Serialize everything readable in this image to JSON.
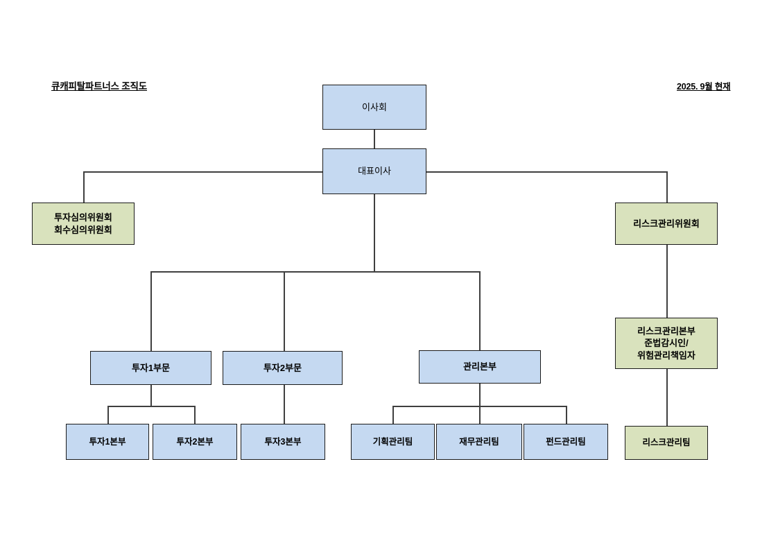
{
  "header": {
    "title": "큐캐피탈파트너스 조직도",
    "date": "2025. 9월 현재"
  },
  "colors": {
    "box_blue": "#c5d9f1",
    "box_green": "#d9e2bd",
    "border": "#1a1a1a",
    "line": "#3f3f3f",
    "background": "#ffffff",
    "text": "#000000"
  },
  "chart_data": {
    "type": "diagram",
    "title": "큐캐피탈파트너스 조직도",
    "subtitle": "2025. 9월 현재",
    "nodes": [
      {
        "id": "board",
        "label": "이사회",
        "color": "blue",
        "level": 0
      },
      {
        "id": "ceo",
        "label": "대표이사",
        "color": "blue",
        "level": 1
      },
      {
        "id": "inv_comm",
        "label": "투자심의위원회\n회수심의위원회",
        "color": "green",
        "level": 2
      },
      {
        "id": "risk_comm",
        "label": "리스크관리위원회",
        "color": "green",
        "level": 2
      },
      {
        "id": "risk_hq",
        "label": "리스크관리본부\n준법감시인/\n위험관리책임자",
        "color": "green",
        "level": 3
      },
      {
        "id": "inv_div1",
        "label": "투자1부문",
        "color": "blue",
        "level": 3
      },
      {
        "id": "inv_div2",
        "label": "투자2부문",
        "color": "blue",
        "level": 3
      },
      {
        "id": "admin_hq",
        "label": "관리본부",
        "color": "blue",
        "level": 3
      },
      {
        "id": "inv_hq1",
        "label": "투자1본부",
        "color": "blue",
        "level": 4
      },
      {
        "id": "inv_hq2",
        "label": "투자2본부",
        "color": "blue",
        "level": 4
      },
      {
        "id": "inv_hq3",
        "label": "투자3본부",
        "color": "blue",
        "level": 4
      },
      {
        "id": "plan_team",
        "label": "기획관리팀",
        "color": "blue",
        "level": 4
      },
      {
        "id": "fin_team",
        "label": "재무관리팀",
        "color": "blue",
        "level": 4
      },
      {
        "id": "fund_team",
        "label": "펀드관리팀",
        "color": "blue",
        "level": 4
      },
      {
        "id": "risk_team",
        "label": "리스크관리팀",
        "color": "green",
        "level": 4
      }
    ],
    "edges": [
      {
        "from": "board",
        "to": "ceo"
      },
      {
        "from": "ceo",
        "to": "inv_comm"
      },
      {
        "from": "ceo",
        "to": "risk_comm"
      },
      {
        "from": "ceo",
        "to": "inv_div1"
      },
      {
        "from": "ceo",
        "to": "inv_div2"
      },
      {
        "from": "ceo",
        "to": "admin_hq"
      },
      {
        "from": "risk_comm",
        "to": "risk_hq"
      },
      {
        "from": "risk_hq",
        "to": "risk_team"
      },
      {
        "from": "inv_div1",
        "to": "inv_hq1"
      },
      {
        "from": "inv_div1",
        "to": "inv_hq2"
      },
      {
        "from": "inv_div2",
        "to": "inv_hq3"
      },
      {
        "from": "admin_hq",
        "to": "plan_team"
      },
      {
        "from": "admin_hq",
        "to": "fin_team"
      },
      {
        "from": "admin_hq",
        "to": "fund_team"
      }
    ]
  }
}
